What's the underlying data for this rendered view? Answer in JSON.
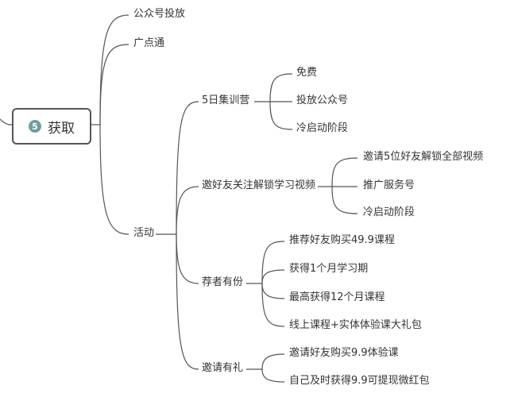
{
  "root": {
    "badge": "5",
    "label": "获取"
  },
  "level1": [
    "公众号投放",
    "广点通",
    "活动"
  ],
  "activity": {
    "camp": {
      "label": "5日集训营",
      "children": [
        "免费",
        "投放公众号",
        "冷启动阶段"
      ]
    },
    "invite_unlock": {
      "label": "邀好友关注解锁学习视频",
      "children": [
        "邀请5位好友解锁全部视频",
        "推广服务号",
        "冷启动阶段"
      ]
    },
    "referral": {
      "label": "荐者有份",
      "children": [
        "推荐好友购买49.9课程",
        "获得1个月学习期",
        "最高获得12个月课程",
        "线上课程+实体体验课大礼包"
      ]
    },
    "invite_gift": {
      "label": "邀请有礼",
      "children": [
        "邀请好友购买9.9体验课",
        "自己及时获得9.9可提现微红包"
      ]
    }
  },
  "colors": {
    "line": "#555555",
    "badge": "#6f9c9c"
  }
}
